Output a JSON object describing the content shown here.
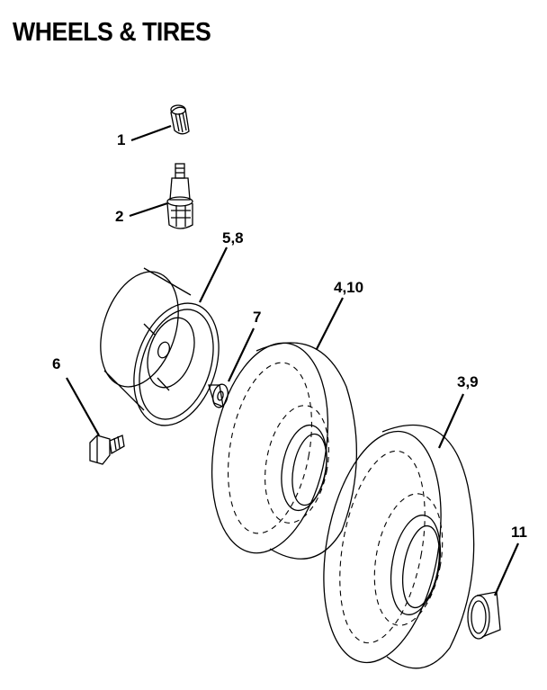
{
  "title": "WHEELS & TIRES",
  "callouts": [
    {
      "id": "1",
      "label": "1"
    },
    {
      "id": "2",
      "label": "2"
    },
    {
      "id": "5-8",
      "label": "5,8"
    },
    {
      "id": "7",
      "label": "7"
    },
    {
      "id": "4-10",
      "label": "4,10"
    },
    {
      "id": "6",
      "label": "6"
    },
    {
      "id": "3-9",
      "label": "3,9"
    },
    {
      "id": "11",
      "label": "11"
    }
  ]
}
